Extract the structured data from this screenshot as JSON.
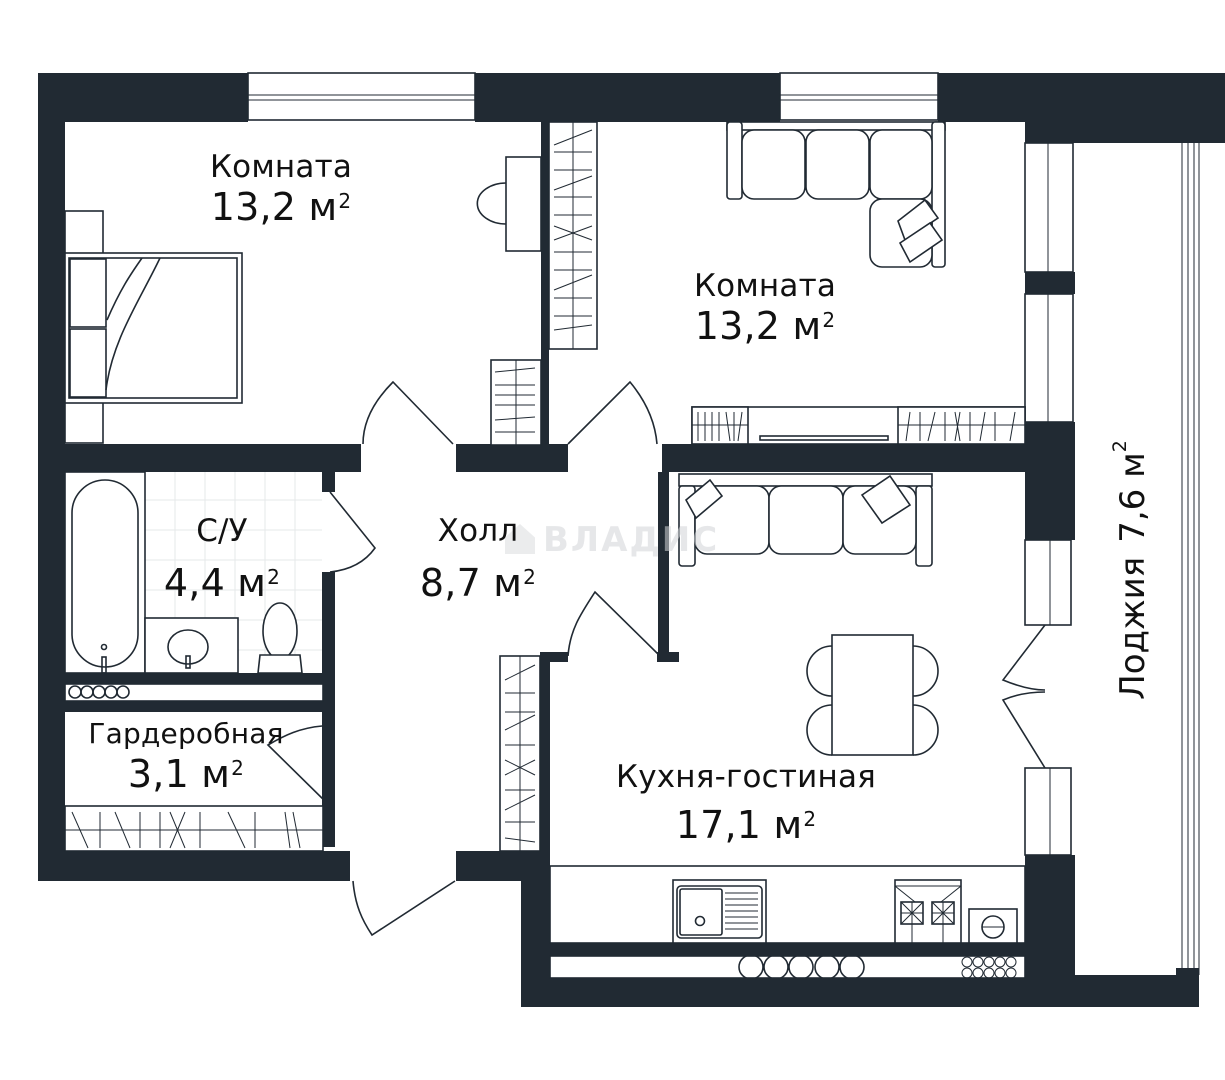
{
  "plan": {
    "wall_color": "#212a33",
    "background_color": "#ffffff",
    "watermark": "ВЛАДИС",
    "area_unit": "м",
    "area_exponent": "2",
    "rooms": [
      {
        "name": "Комната",
        "area": "13,2",
        "unit": "м",
        "exp": "2"
      },
      {
        "name": "Комната",
        "area": "13,2",
        "unit": "м",
        "exp": "2"
      },
      {
        "name": "С/У",
        "area": "4,4",
        "unit": "м",
        "exp": "2"
      },
      {
        "name": "Холл",
        "area": "8,7",
        "unit": "м",
        "exp": "2"
      },
      {
        "name": "Гардеробная",
        "area": "3,1",
        "unit": "м",
        "exp": "2"
      },
      {
        "name": "Кухня-гостиная",
        "area": "17,1",
        "unit": "м",
        "exp": "2"
      },
      {
        "name": "Лоджия",
        "area": "7,6",
        "unit": "м",
        "exp": "2"
      }
    ],
    "furniture_icons": [
      "bed-icon",
      "desk-icon",
      "chair-icon",
      "wardrobe-icon",
      "corner-sofa-icon",
      "sofa-icon",
      "dining-table-icon",
      "bathtub-icon",
      "sink-icon",
      "toilet-icon",
      "kitchen-sink-icon",
      "stove-icon",
      "washing-machine-icon",
      "tv-stand-icon"
    ]
  }
}
